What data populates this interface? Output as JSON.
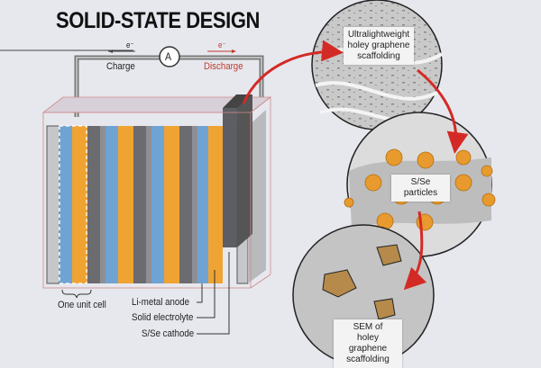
{
  "title": "SOLID-STATE DESIGN",
  "circuit": {
    "ammeter": "A",
    "charge_label": "Charge",
    "discharge_label": "Discharge",
    "electron_left": "e⁻",
    "electron_right": "e⁻"
  },
  "battery_labels": {
    "unit_cell": "One unit cell",
    "anode": "Li-metal anode",
    "electrolyte": "Solid electrolyte",
    "cathode": "S/Se cathode"
  },
  "zoom_callouts": [
    {
      "line1": "Ultralightweight",
      "line2": "holey graphene",
      "line3": "scaffolding"
    },
    {
      "line1": "S/Se particles"
    },
    {
      "line1": "SEM of",
      "line2": "holey graphene",
      "line3": "scaffolding"
    }
  ],
  "colors": {
    "anode_blue": "#6fa3d4",
    "cathode_orange": "#efa333",
    "electrolyte_gray": "#6b6b70",
    "discharge_red": "#c0392b",
    "arrow_red": "#d42a25"
  }
}
